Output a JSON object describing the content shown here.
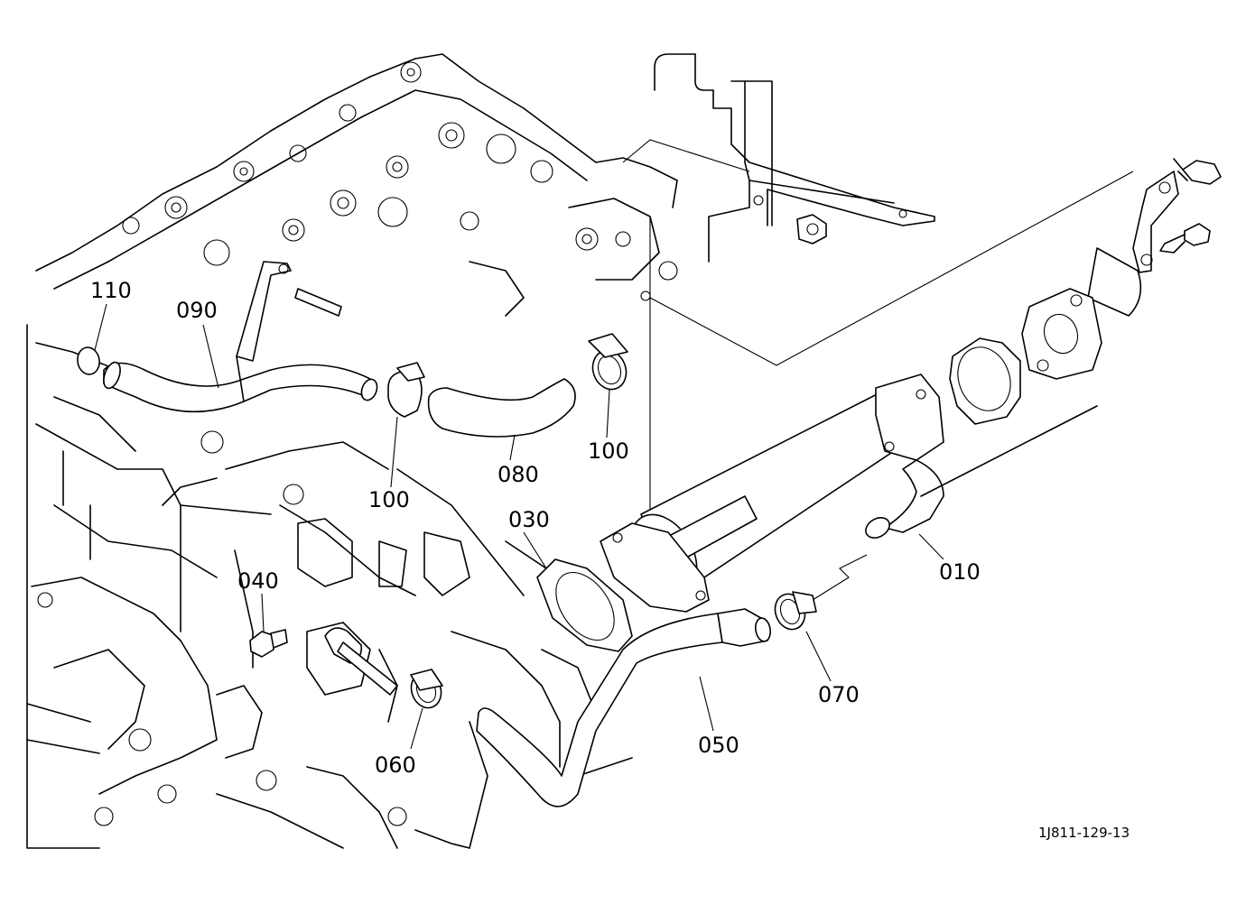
{
  "labels": {
    "p010": "010",
    "p030": "030",
    "p040": "040",
    "p050": "050",
    "p060": "060",
    "p070": "070",
    "p080": "080",
    "p090": "090",
    "p100a": "100",
    "p100b": "100",
    "p110": "110"
  },
  "drawing_code": "1J811-129-13"
}
